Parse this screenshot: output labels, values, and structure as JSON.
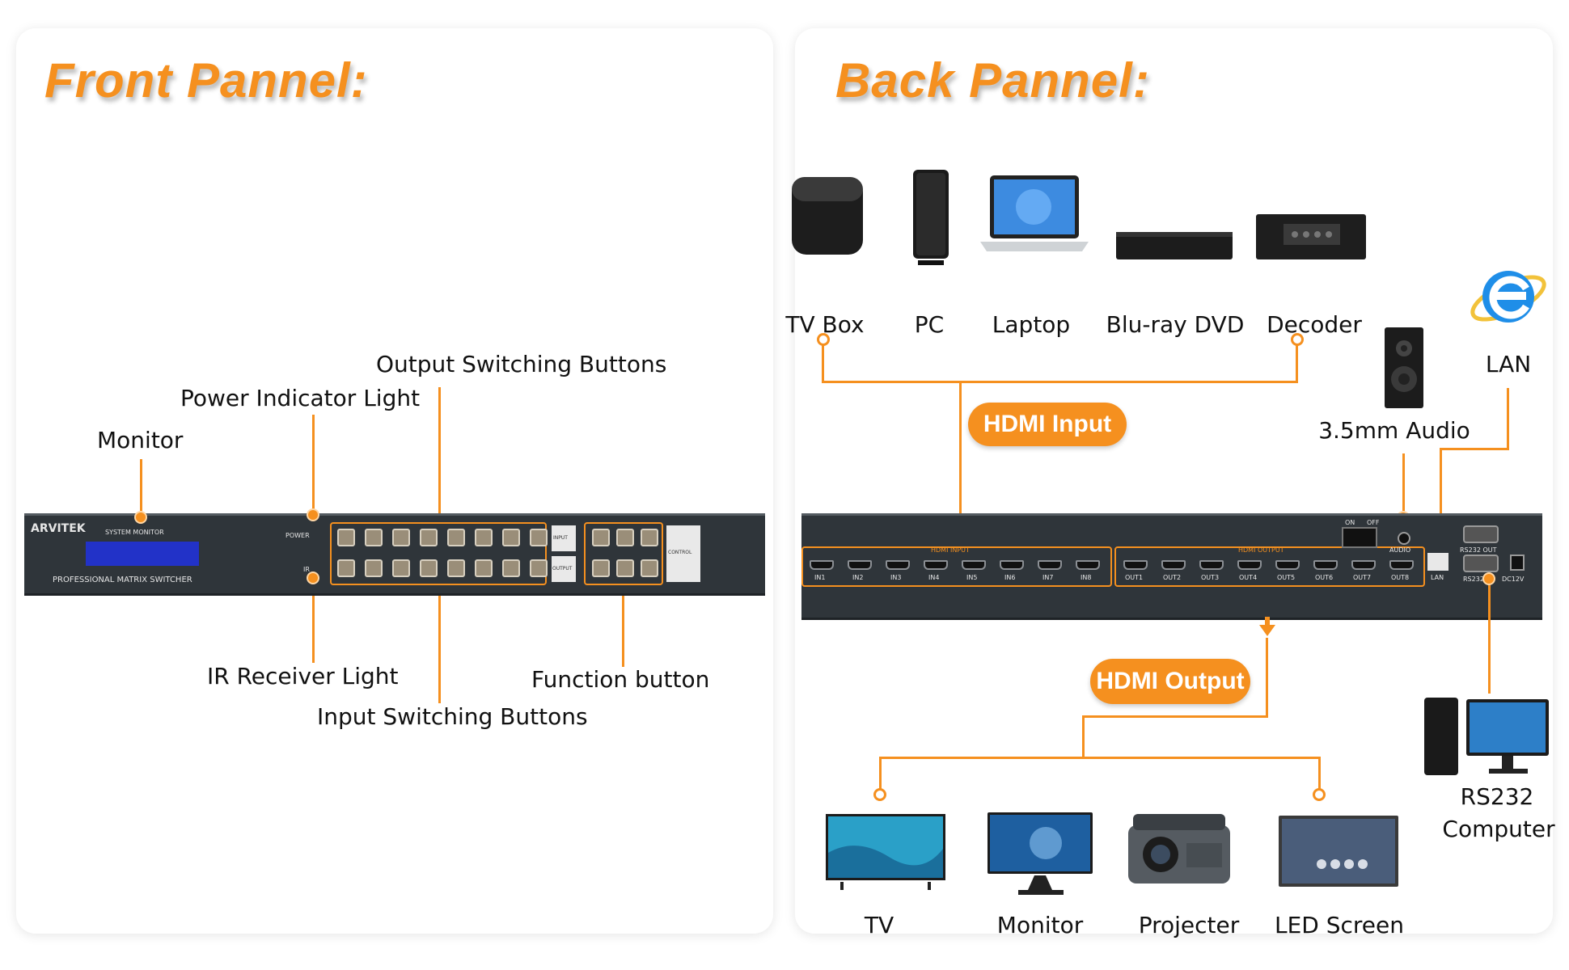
{
  "front": {
    "title": "Front Pannel:",
    "labels": {
      "monitor": "Monitor",
      "power": "Power Indicator Light",
      "output_buttons": "Output Switching Buttons",
      "ir": "IR Receiver Light",
      "input_buttons": "Input Switching Buttons",
      "function": "Function button"
    },
    "device": {
      "brand": "ARVITEK",
      "monitor_text": "SYSTEM MONITOR",
      "model_text": "PROFESSIONAL MATRIX SWITCHER",
      "power_text": "POWER",
      "ir_text": "IR",
      "input_text": "INPUT",
      "output_text": "OUTPUT",
      "control_text": "CONTROL"
    }
  },
  "back": {
    "title": "Back Pannel:",
    "sources": [
      "TV Box",
      "PC",
      "Laptop",
      "Blu-ray DVD",
      "Decoder"
    ],
    "hdmi_input": "HDMI Input",
    "hdmi_output": "HDMI Output",
    "audio": "3.5mm Audio",
    "lan": "LAN",
    "rs232_line1": "RS232",
    "rs232_line2": "Computer",
    "displays": [
      "TV",
      "Monitor",
      "Projecter",
      "LED Screen"
    ],
    "device": {
      "hdmi_input_text": "HDMI INPUT",
      "hdmi_output_text": "HDMI OUTPUT",
      "inputs": [
        "IN1",
        "IN2",
        "IN3",
        "IN4",
        "IN5",
        "IN6",
        "IN7",
        "IN8"
      ],
      "outputs": [
        "OUT1",
        "OUT2",
        "OUT3",
        "OUT4",
        "OUT5",
        "OUT6",
        "OUT7",
        "OUT8"
      ],
      "audio_text": "AUDIO",
      "on_text": "ON",
      "off_text": "OFF",
      "lan_text": "LAN",
      "rs232_out_text": "RS232 OUT",
      "rs232_in_text": "RS232 IN",
      "dc_text": "DC12V"
    }
  },
  "colors": {
    "accent": "#f5901f",
    "chassis": "#2f353a",
    "lcd": "#2232c8"
  }
}
